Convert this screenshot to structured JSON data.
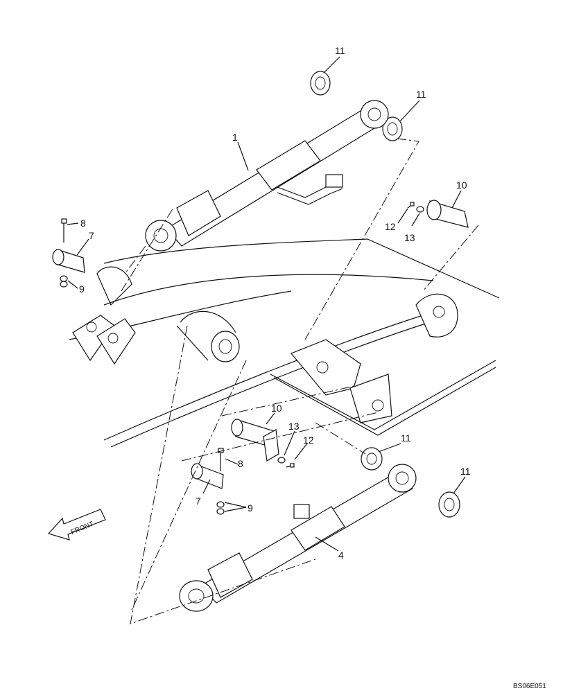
{
  "callouts": {
    "c11a": "11",
    "c11b": "11",
    "c11c": "11",
    "c11d": "11",
    "c1": "1",
    "c4": "4",
    "c10a": "10",
    "c10b": "10",
    "c12a": "12",
    "c12b": "12",
    "c13a": "13",
    "c13b": "13",
    "c8a": "8",
    "c8b": "8",
    "c7a": "7",
    "c7b": "7",
    "c9a": "9",
    "c9b": "9"
  },
  "front_arrow": {
    "label": "FRONT"
  },
  "figure_code": "BS06E051"
}
